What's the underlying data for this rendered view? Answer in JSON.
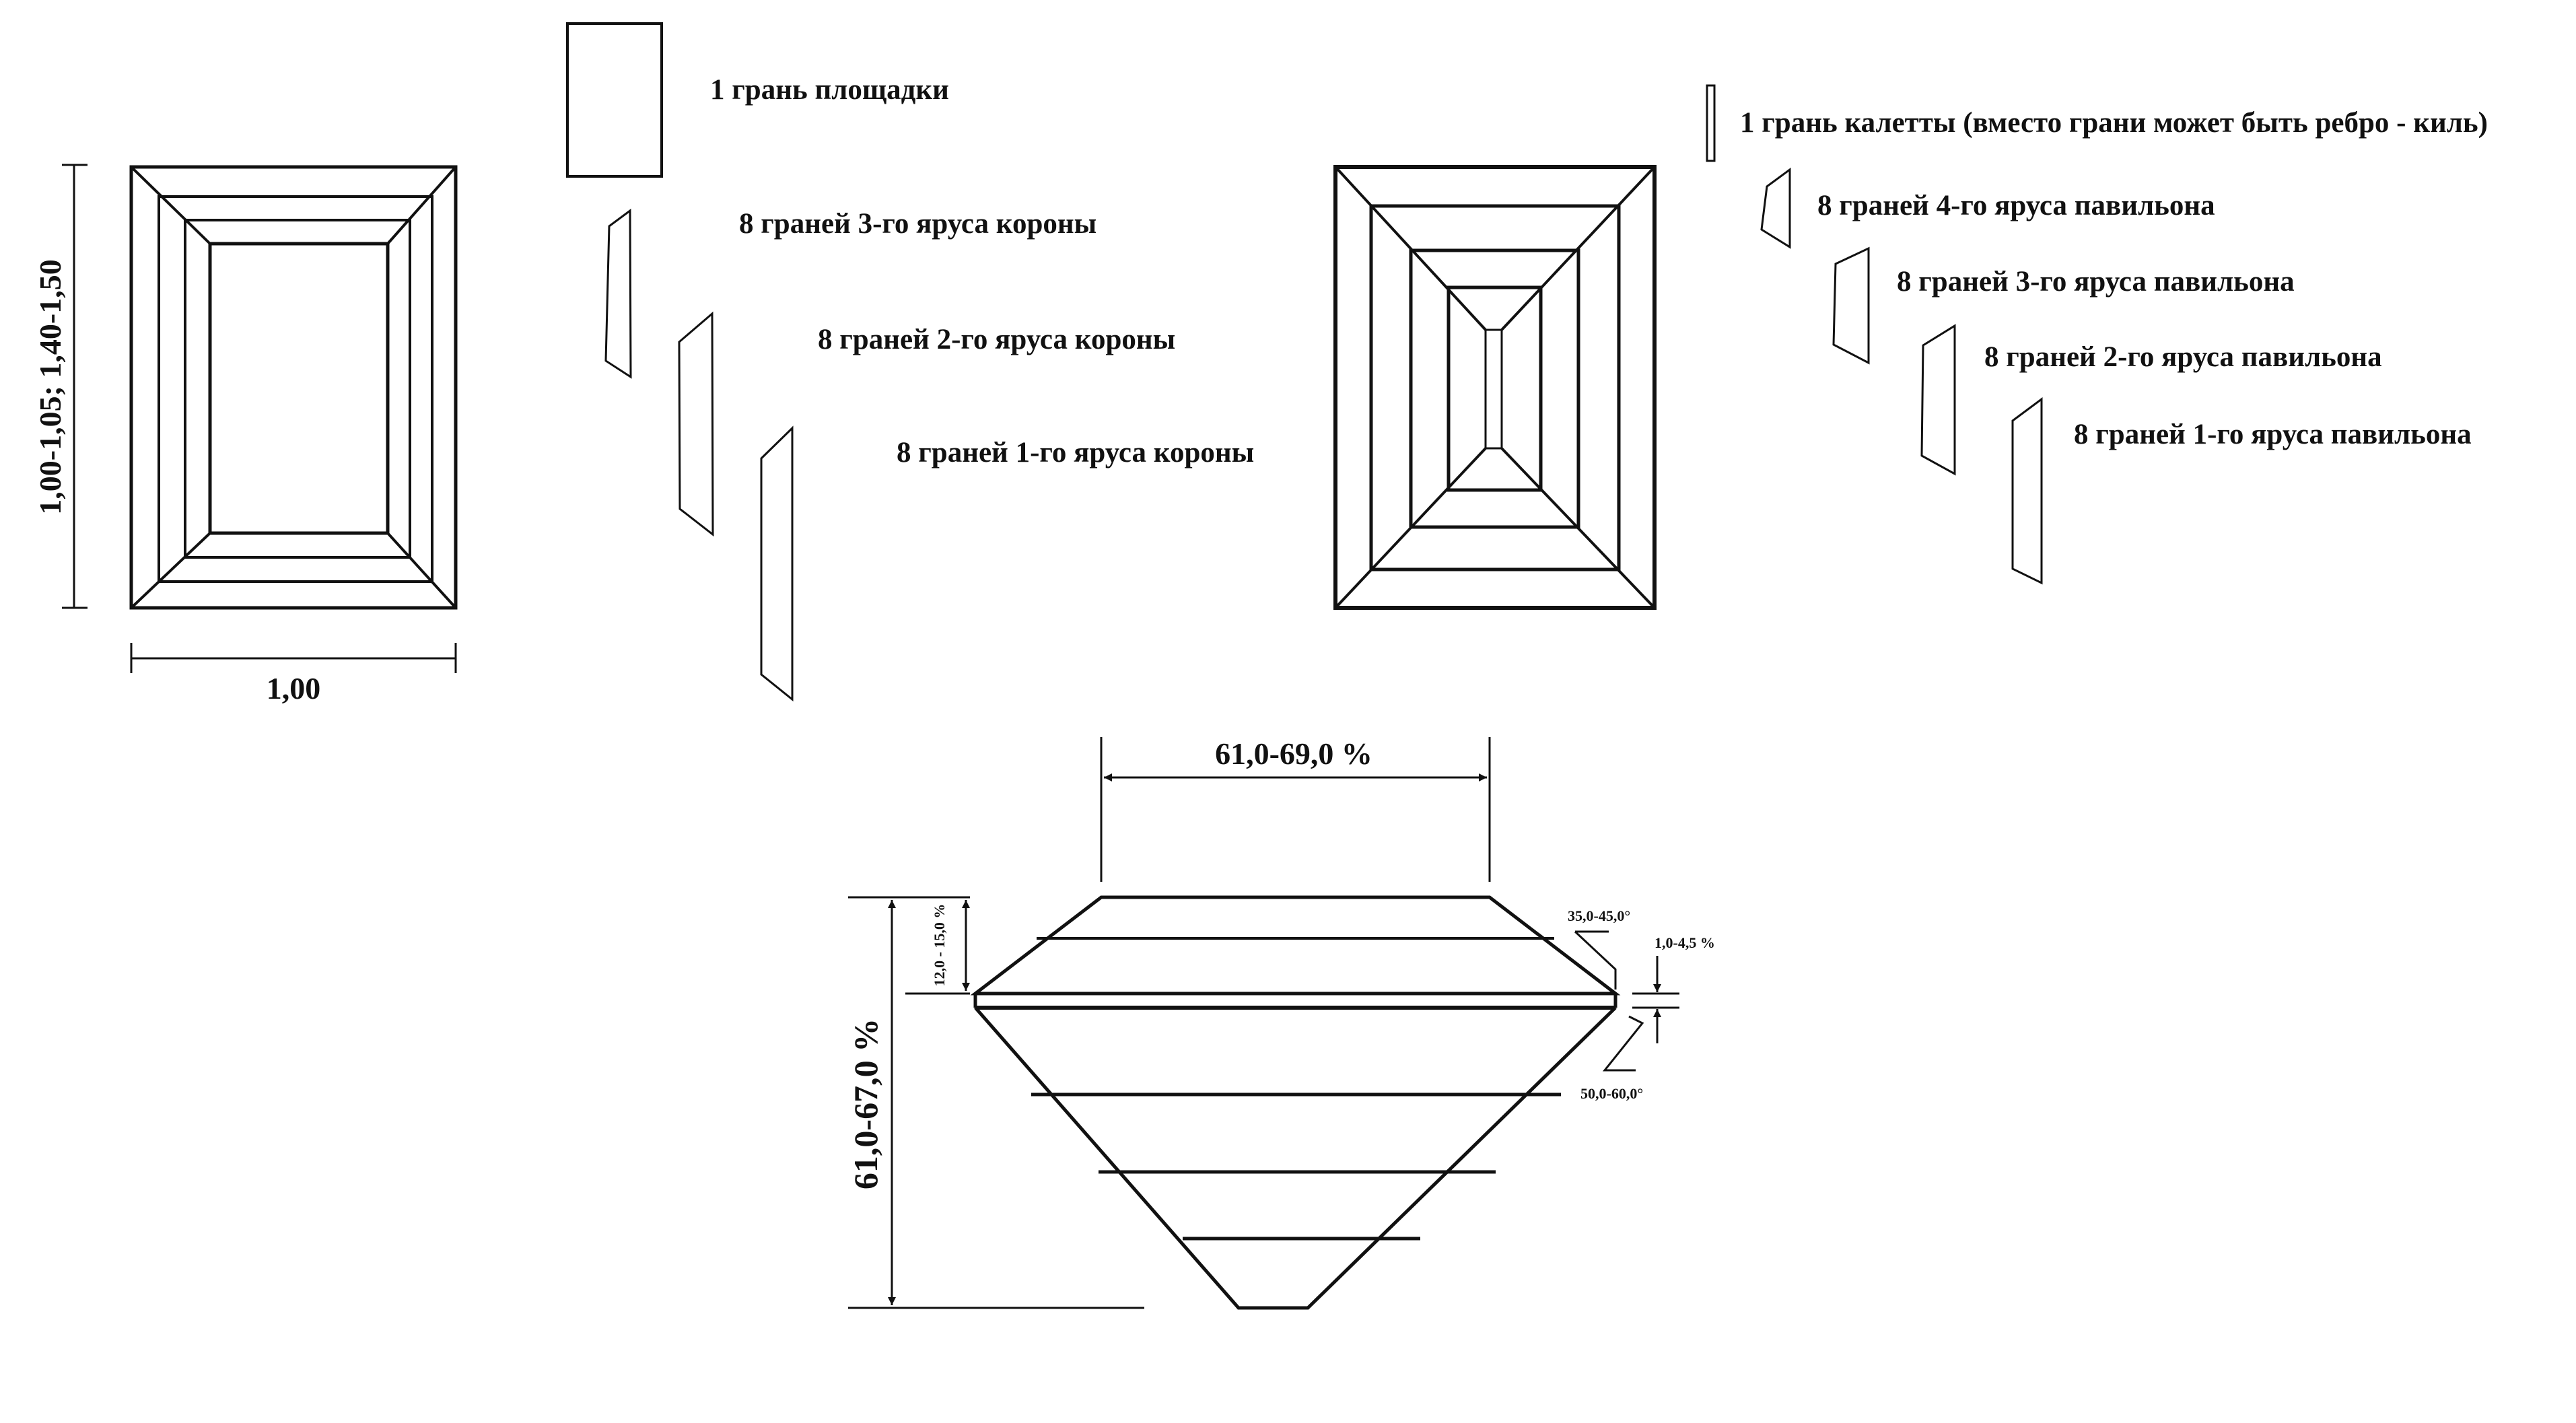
{
  "crown_view": {
    "width_label": "1,00",
    "height_label": "1,00-1,05; 1,40-1,50"
  },
  "crown_facets": [
    {
      "label": "1 грань площадки"
    },
    {
      "label": "8 граней 3-го яруса короны"
    },
    {
      "label": "8 граней 2-го яруса короны"
    },
    {
      "label": "8 граней 1-го яруса короны"
    }
  ],
  "pavilion_facets": [
    {
      "label": "1 грань калетты (вместо грани может быть ребро - киль)"
    },
    {
      "label": "8 граней 4-го яруса павильона"
    },
    {
      "label": "8 граней 3-го яруса павильона"
    },
    {
      "label": "8 граней 2-го яруса павильона"
    },
    {
      "label": "8 граней 1-го яруса павильона"
    }
  ],
  "profile": {
    "table_width": "61,0-69,0 %",
    "total_depth": "61,0-67,0 %",
    "crown_height": "12,0 - 15,0 %",
    "crown_angle": "35,0-45,0°",
    "girdle_thickness": "1,0-4,5 %",
    "pavilion_angle": "50,0-60,0°"
  },
  "colors": {
    "line": "#111111",
    "background": "#ffffff"
  }
}
